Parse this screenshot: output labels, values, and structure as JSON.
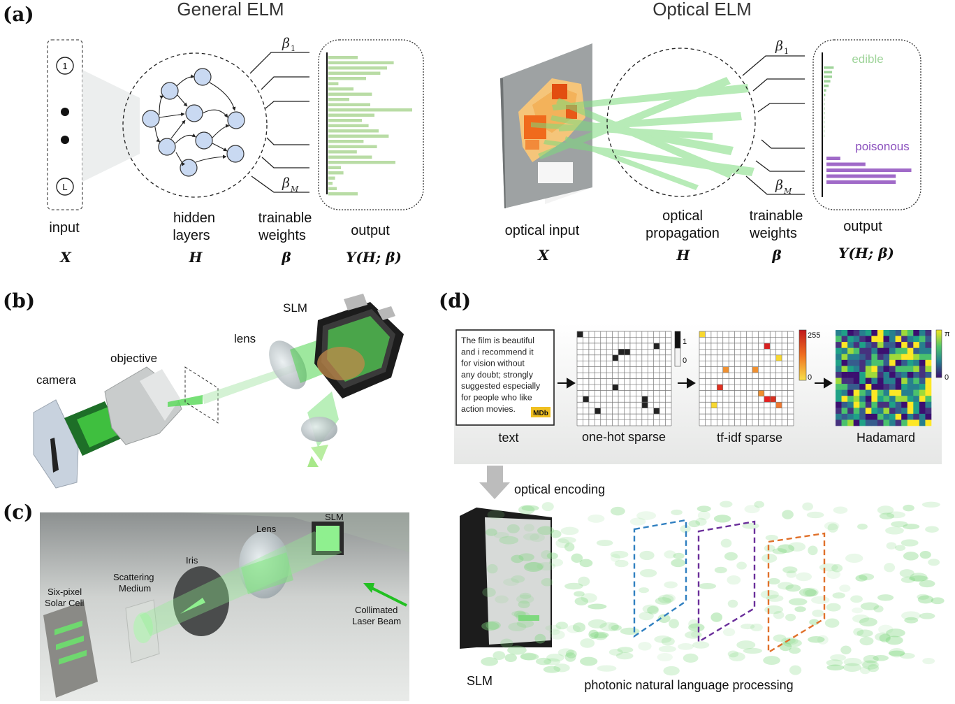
{
  "panel_labels": {
    "a": "(a)",
    "b": "(b)",
    "c": "(c)",
    "d": "(d)"
  },
  "panel_a": {
    "general_title": "General ELM",
    "optical_title": "Optical ELM",
    "input_node_first": "1",
    "input_node_last": "L",
    "beta_first": "β",
    "beta_first_sub": "1",
    "beta_last": "β",
    "beta_last_sub": "M",
    "labels_left": {
      "input": "input",
      "hidden_1": "hidden",
      "hidden_2": "layers",
      "weights_1": "trainable",
      "weights_2": "weights",
      "output": "output"
    },
    "labels_right": {
      "optical_input": "optical input",
      "prop_1": "optical",
      "prop_2": "propagation",
      "weights_1": "trainable",
      "weights_2": "weights",
      "output": "output"
    },
    "symbols": {
      "x": "X",
      "h": "H",
      "beta": "β",
      "y": "Y(H; β)"
    },
    "edible_label": "edible",
    "poisonous_label": "poisonous",
    "general_output_bars": [
      0.35,
      0.78,
      0.7,
      0.62,
      0.45,
      0.12,
      0.3,
      0.52,
      0.25,
      0.5,
      1.0,
      0.55,
      0.4,
      0.48,
      0.6,
      0.72,
      0.42,
      0.58,
      0.34,
      0.52,
      0.8,
      0.15,
      0.18,
      0.08,
      0.05,
      0.1,
      0.35
    ],
    "optical_output_bars": [
      0.12,
      0.1,
      0.1,
      0.08,
      0.06,
      0.03,
      0.02,
      0.01,
      0.01,
      0.01,
      0.01,
      0.0,
      0.0,
      0.0,
      0.0,
      0.0
    ],
    "optical_poison_bars": [
      0.16,
      0.45,
      0.98,
      0.8,
      0.8
    ],
    "colors": {
      "edible": "#9fd49a",
      "poisonous": "#a06ac8",
      "bars_green": "#b9dca5"
    }
  },
  "panel_b": {
    "camera": "camera",
    "objective": "objective",
    "lens": "lens",
    "slm": "SLM"
  },
  "panel_c": {
    "six_pixel_1": "Six-pixel",
    "six_pixel_2": "Solar Cell",
    "scattering_1": "Scattering",
    "scattering_2": "Medium",
    "iris": "Iris",
    "lens": "Lens",
    "slm": "SLM",
    "collimated_1": "Collimated",
    "collimated_2": "Laser Beam"
  },
  "panel_d": {
    "text_lines": [
      "The film is beautiful",
      "and i recommend it",
      "for vision without",
      "any doubt; strongly",
      "suggested especially",
      "for people who like",
      "action movies."
    ],
    "mdb_badge": "MDb",
    "caption_text": "text",
    "caption_onehot": "one-hot sparse",
    "caption_tfidf": "tf-idf sparse",
    "caption_hadamard": "Hadamard",
    "onehot_scale_max": "1",
    "onehot_scale_min": "0",
    "tfidf_scale_max": "255",
    "tfidf_scale_min": "0",
    "hadamard_scale_max": "π",
    "hadamard_scale_min": "0",
    "optical_encoding": "optical encoding",
    "slm": "SLM",
    "photonic": "photonic natural language processing",
    "colors": {
      "plane1": "#2f7fc0",
      "plane2": "#6a2e9a",
      "plane3": "#e0702a"
    }
  }
}
